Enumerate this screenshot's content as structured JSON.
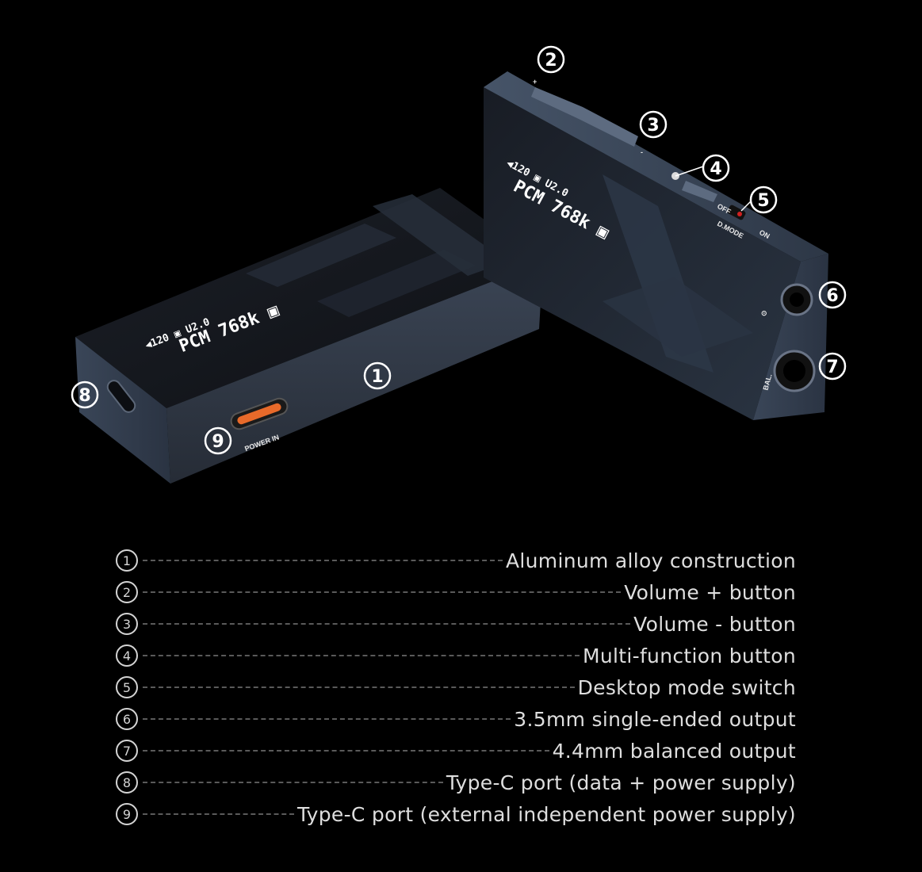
{
  "product": {
    "screen_lines": [
      "◀120 ▣ U2.0",
      "PCM 768k ▣"
    ],
    "port_label": "POWER IN",
    "switch_labels": {
      "off": "OFF",
      "mode": "D.MODE",
      "on": "ON"
    },
    "jack_labels": {
      "single_ended": "⊙",
      "balanced": "BAL."
    },
    "plus_label": "+",
    "minus_label": "-"
  },
  "callouts": {
    "c1": "1",
    "c2": "2",
    "c3": "3",
    "c4": "4",
    "c5": "5",
    "c6": "6",
    "c7": "7",
    "c8": "8",
    "c9": "9"
  },
  "legend": [
    {
      "num": "1",
      "text": "Aluminum alloy construction"
    },
    {
      "num": "2",
      "text": "Volume + button"
    },
    {
      "num": "3",
      "text": "Volume - button"
    },
    {
      "num": "4",
      "text": "Multi-function button"
    },
    {
      "num": "5",
      "text": "Desktop mode switch"
    },
    {
      "num": "6",
      "text": "3.5mm single-ended output"
    },
    {
      "num": "7",
      "text": "4.4mm balanced output"
    },
    {
      "num": "8",
      "text": "Type-C port (data + power supply)"
    },
    {
      "num": "9",
      "text": "Type-C port (external independent power supply)"
    }
  ],
  "colors": {
    "background": "#000000",
    "body": "#2b3340",
    "body_edge": "#4a5568",
    "accent_port": "#e86a2a",
    "text": "#dedede"
  }
}
